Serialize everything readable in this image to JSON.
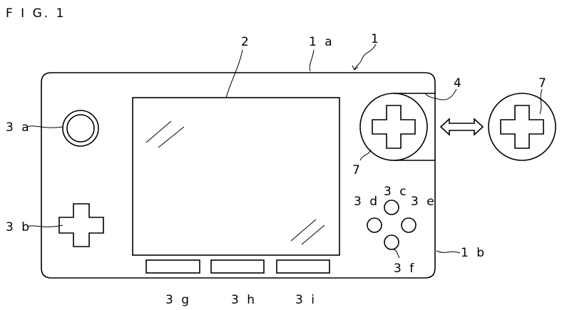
{
  "figure": {
    "title": "F I G. 1"
  },
  "labels": {
    "device": "1",
    "upper": "1 a",
    "lower": "1 b",
    "screen": "2",
    "stick": "3 a",
    "dpad": "3 b",
    "btn_c": "3 c",
    "btn_d": "3 d",
    "btn_e": "3 e",
    "btn_f": "3 f",
    "btn_g": "3 g",
    "btn_h": "3 h",
    "btn_i": "3 i",
    "slot": "4",
    "module_attached": "7",
    "module_detached": "7"
  }
}
